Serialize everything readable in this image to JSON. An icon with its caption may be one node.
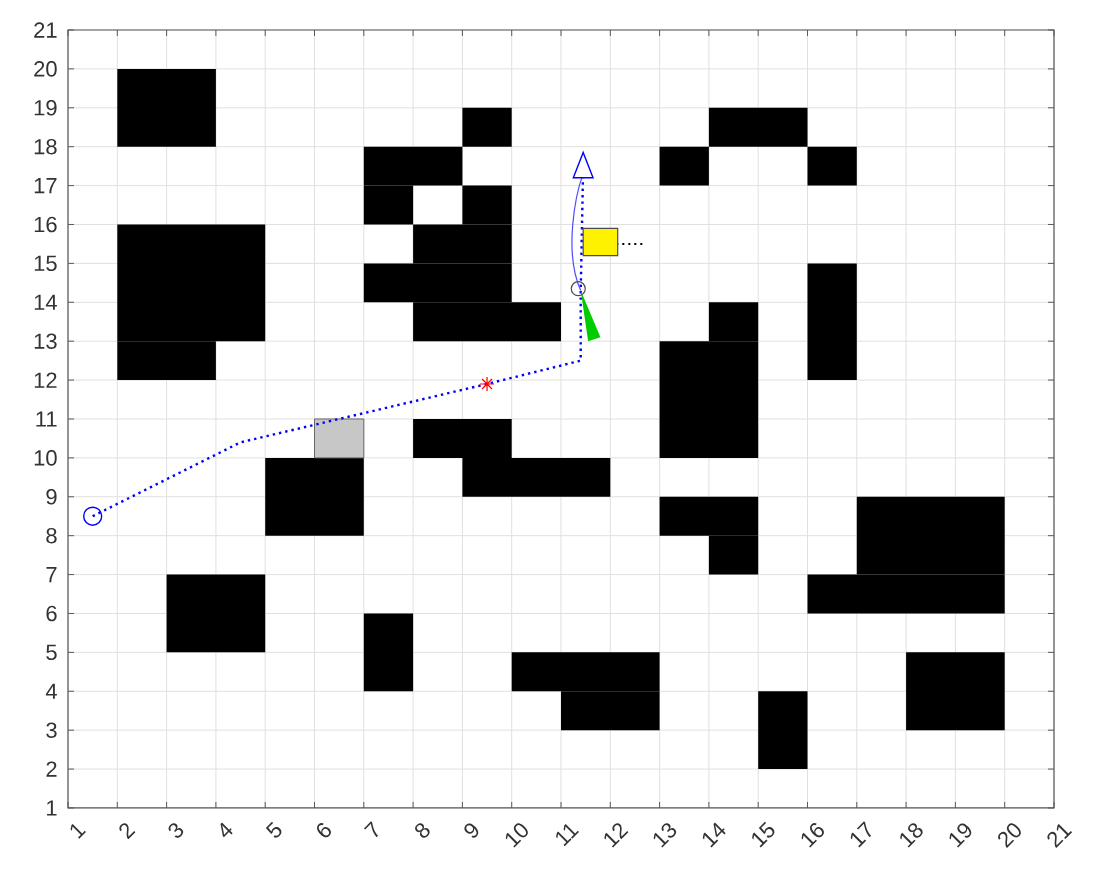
{
  "diagram": {
    "labels": [
      "21",
      "20",
      "19",
      "18",
      "17",
      "16",
      "15",
      "14",
      "13",
      "12",
      "11",
      "10",
      "9",
      "8",
      "7",
      "6",
      "5",
      "4",
      "3",
      "2",
      "1",
      "1",
      "2",
      "3",
      "4",
      "5",
      "6",
      "7",
      "8",
      "9",
      "10",
      "11",
      "12",
      "13",
      "14",
      "15",
      "16",
      "17",
      "18",
      "19",
      "20",
      "21"
    ]
  }
}
